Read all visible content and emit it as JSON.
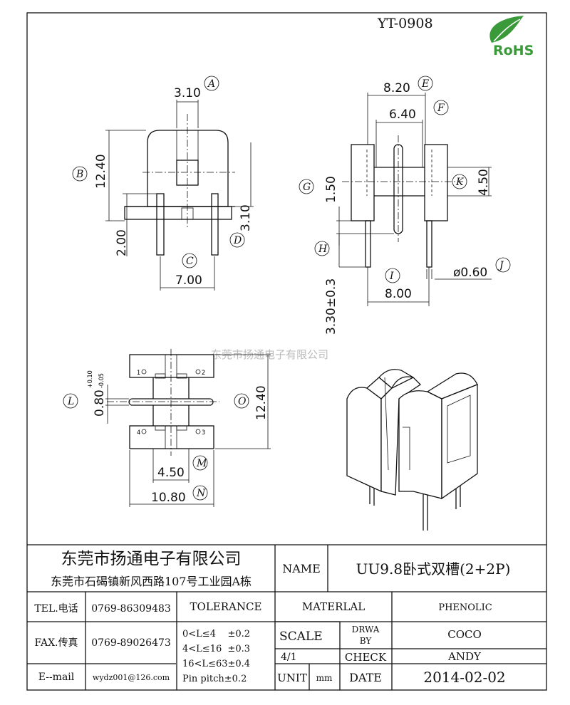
{
  "drawing": {
    "part_no": "YT-0908",
    "logo_text": "RoHS",
    "watermark": "东莞市扬通电子有限公司",
    "front_view": {
      "dim_a": "3.10",
      "label_a": "A",
      "dim_b": "12.40",
      "label_b": "B",
      "dim_c": "7.00",
      "label_c": "C",
      "dim_d": "3.10",
      "label_d": "D",
      "dim_pin": "2.00"
    },
    "side_view": {
      "dim_e": "8.20",
      "label_e": "E",
      "dim_f": "6.40",
      "label_f": "F",
      "dim_g": "1.50",
      "label_g": "G",
      "dim_k": "4.50",
      "label_k": "K",
      "label_h": "H",
      "dim_h": "3.30±0.3",
      "dim_i": "8.00",
      "label_i": "I",
      "dim_j": "ø0.60",
      "label_j": "J"
    },
    "top_view": {
      "dim_l": "0.80",
      "tol_plus": "+0.10",
      "tol_minus": "-0.05",
      "label_l": "L",
      "dim_o": "12.40",
      "label_o": "O",
      "dim_m": "4.50",
      "label_m": "M",
      "dim_n": "10.80",
      "label_n": "N",
      "pins": [
        "1",
        "2",
        "3",
        "4"
      ]
    }
  },
  "title_block": {
    "company": "东莞市扬通电子有限公司",
    "address": "东莞市石碣镇新风西路107号工业园A栋",
    "name_label": "NAME",
    "name_value": "UU9.8卧式双槽(2+2P)",
    "tel_label": "TEL.电话",
    "tel_value": "0769-86309483",
    "fax_label": "FAX.传真",
    "fax_value": "0769-89026473",
    "email_label": "E--mail",
    "email_value": "wydz001@126.com",
    "tolerance_label": "TOLERANCE",
    "tolerances": [
      "0<L≤4    ±0.2",
      "4<L≤16  ±0.3",
      "16<L≤63±0.4",
      "Pin pitch±0.2"
    ],
    "material_label": "MATERLAL",
    "material_value": "PHENOLIC",
    "scale_label": "SCALE",
    "scale_value": "4/1",
    "drawn_label_1": "DRWA",
    "drawn_label_2": "BY",
    "drawn_value": "COCO",
    "check_label": "CHECK",
    "check_value": "ANDY",
    "unit_label": "UNIT",
    "unit_value": "mm",
    "date_label": "DATE",
    "date_value": "2014-02-02"
  }
}
